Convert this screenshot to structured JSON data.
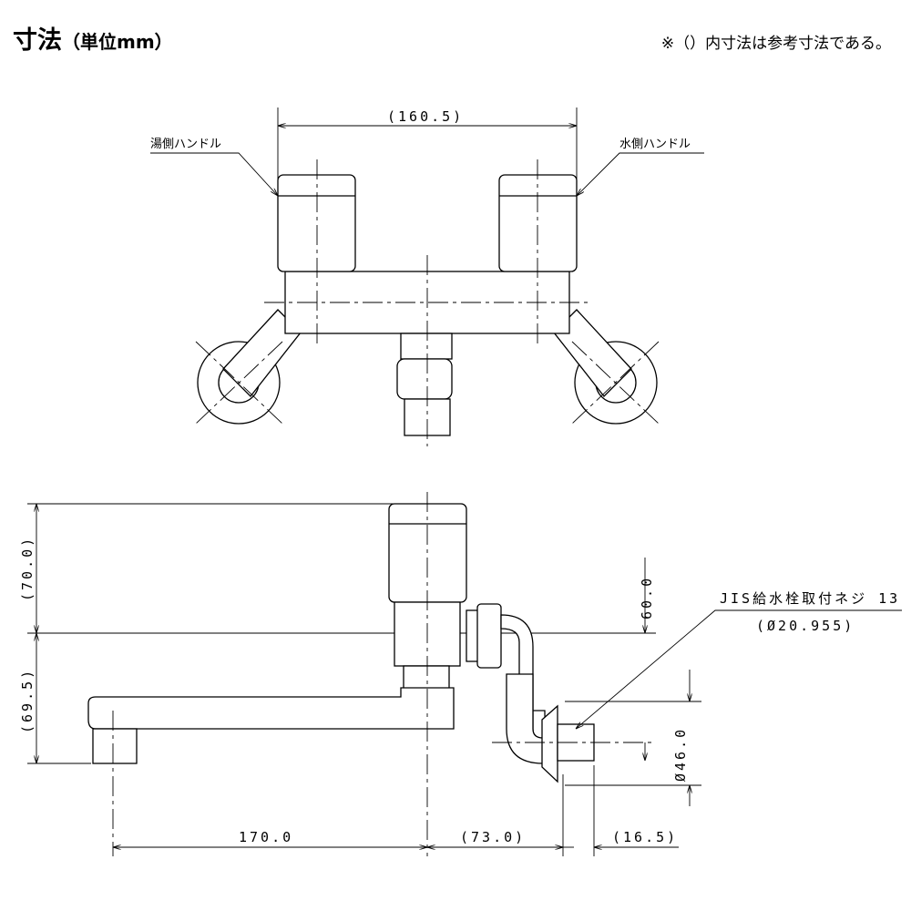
{
  "title": {
    "main": "寸法",
    "unit": "（単位mm）"
  },
  "note": "※（）内寸法は参考寸法である。",
  "top_view": {
    "dim_width": "(160.5)",
    "hot_handle_label": "湯側ハンドル",
    "cold_handle_label": "水側ハンドル"
  },
  "side_view": {
    "dim_handle_height": "(70.0)",
    "dim_spout_height": "(69.5)",
    "dim_60": "60.0",
    "dim_diameter": "Ø46.0",
    "dim_spout_length": "170.0",
    "dim_73": "(73.0)",
    "dim_16_5": "(16.5)",
    "thread_label": "JIS給水栓取付ネジ 13",
    "thread_size": "(Ø20.955)"
  }
}
